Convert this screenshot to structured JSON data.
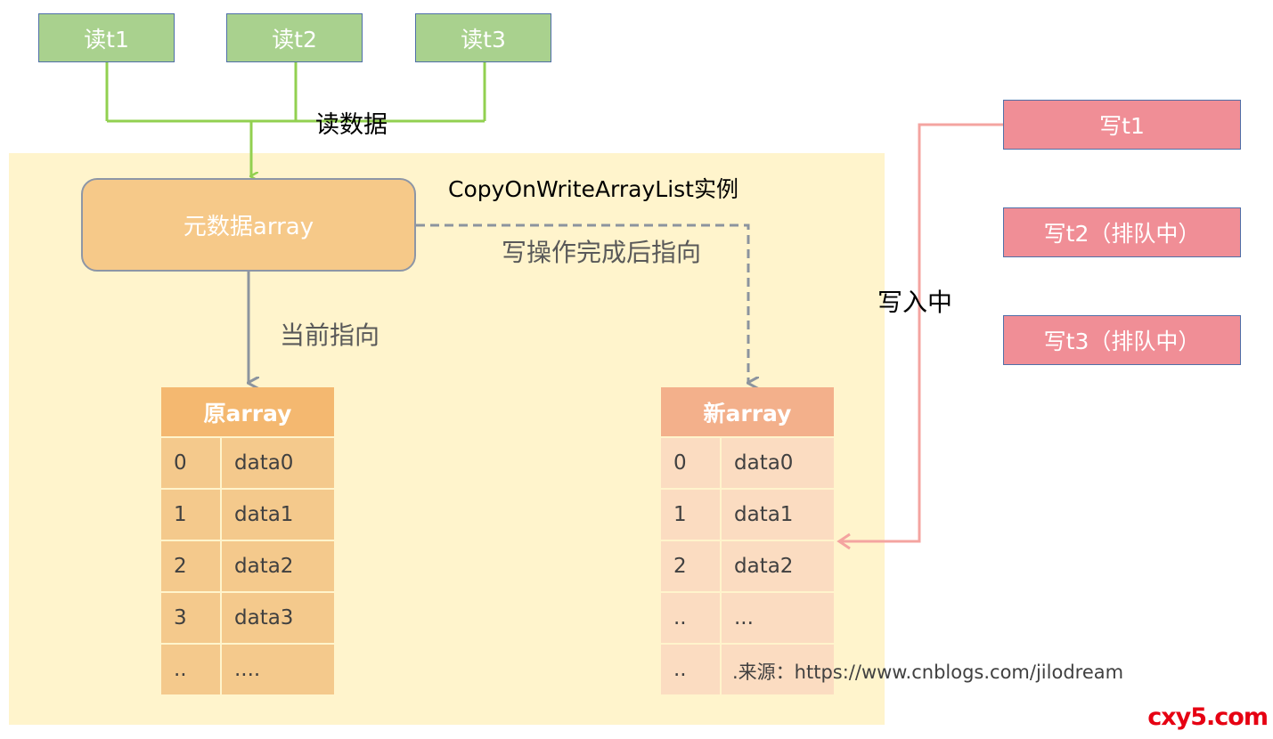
{
  "readers": [
    "读t1",
    "读t2",
    "读t3"
  ],
  "read_label": "读数据",
  "instance_label": "CopyOnWriteArrayList实例",
  "meta_array_label": "元数据array",
  "after_write_label": "写操作完成后指向",
  "current_point_label": "当前指向",
  "writing_label": "写入中",
  "writers": [
    "写t1",
    "写t2（排队中）",
    "写t3（排队中）"
  ],
  "original_array": {
    "title": "原array",
    "rows": [
      {
        "index": "0",
        "value": "data0"
      },
      {
        "index": "1",
        "value": "data1"
      },
      {
        "index": "2",
        "value": "data2"
      },
      {
        "index": "3",
        "value": "data3"
      },
      {
        "index": "..",
        "value": "...."
      }
    ]
  },
  "new_array": {
    "title": "新array",
    "rows": [
      {
        "index": "0",
        "value": "data0"
      },
      {
        "index": "1",
        "value": "data1"
      },
      {
        "index": "2",
        "value": "data2"
      },
      {
        "index": "..",
        "value": "..."
      },
      {
        "index": "..",
        "value": ""
      }
    ]
  },
  "source_label": ".来源：https://www.cnblogs.com/jilodream",
  "watermark": "cxy5.com",
  "colors": {
    "reader_green": "#a9d18e",
    "read_arrow": "#92d050",
    "writer_pink": "#f08e96",
    "write_arrow": "#f4a4a0",
    "panel": "#fff4cc",
    "meta_box": "#f6c989",
    "pointer_gray": "#8c949e"
  }
}
